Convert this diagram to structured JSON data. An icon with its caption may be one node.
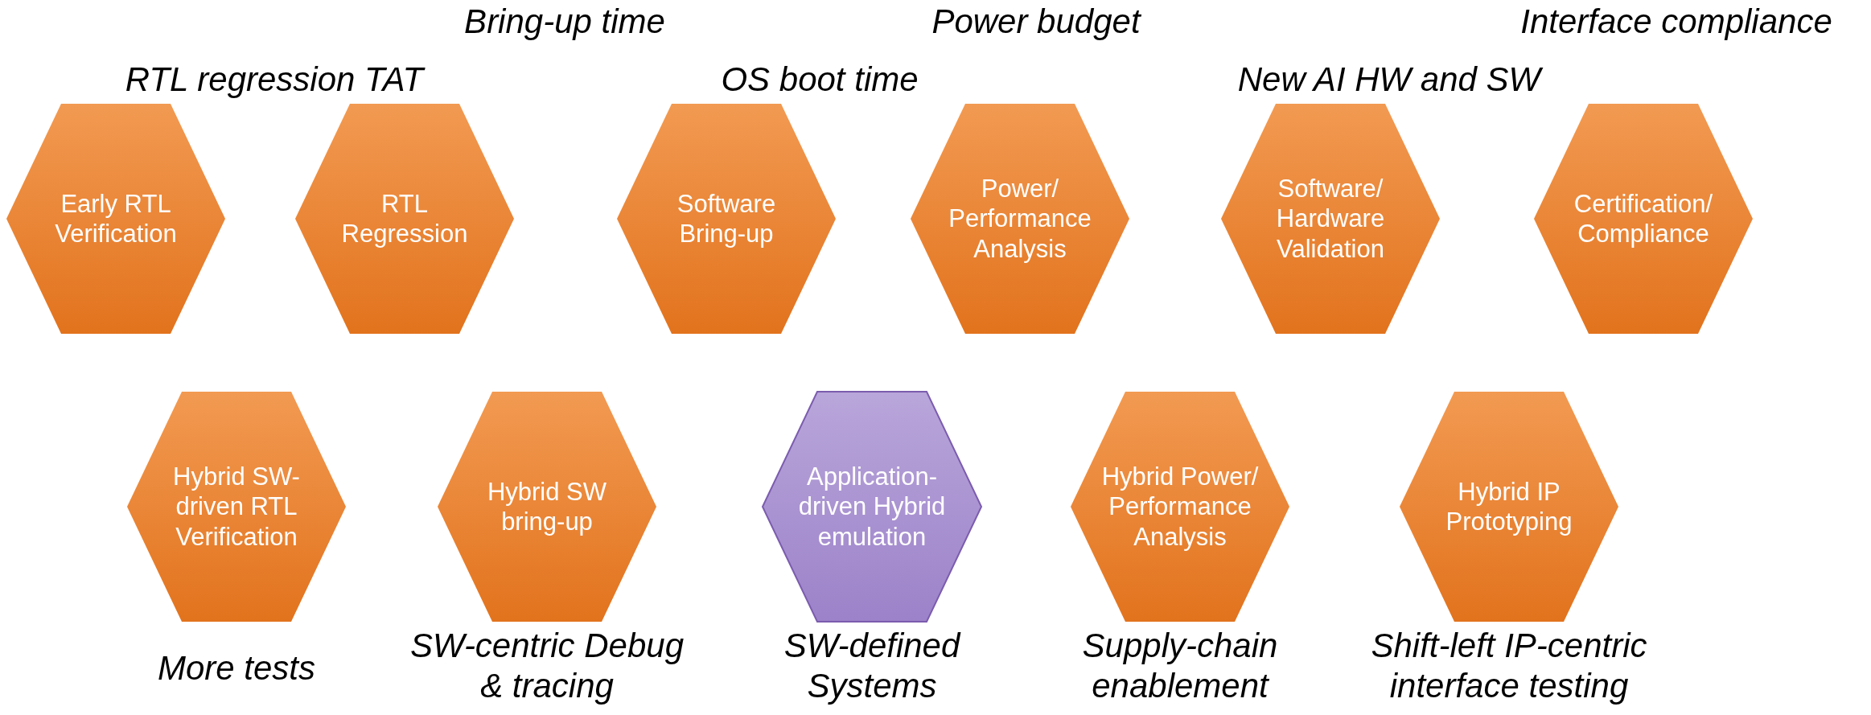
{
  "diagram": {
    "nodes": [
      {
        "text": [
          "Early RTL Verification"
        ]
      },
      {
        "text": [
          "RTL Regression"
        ]
      },
      {
        "text": [
          "Software Bring-up"
        ]
      },
      {
        "text": [
          "Power/ Performance Analysis"
        ]
      },
      {
        "text": [
          "Software/ Hardware Validation"
        ]
      },
      {
        "text": [
          "Certification/ Compliance"
        ]
      },
      {
        "text": [
          "Hybrid SW-driven RTL Verification"
        ],
        "beside": [
          "More tests"
        ]
      },
      {
        "text": [
          "Hybrid SW bring-up"
        ],
        "beside": [
          "SW-centric Debug & tracing"
        ]
      },
      {
        "text": [
          "Application-driven Hybrid emulation"
        ],
        "beside": [
          "SW-defined Systems"
        ]
      },
      {
        "text": [
          "Hybrid Power/ Performance Analysis"
        ],
        "beside": [
          "Supply-chain enablement"
        ]
      },
      {
        "text": [
          "Hybrid IP Prototyping"
        ],
        "beside": [
          "Shift-left IP-centric interface testing"
        ]
      }
    ],
    "labels": [
      "Bring-up time",
      "Power budget",
      "Interface compliance",
      "RTL regression TAT",
      "OS boot time",
      "New AI HW and SW"
    ]
  }
}
